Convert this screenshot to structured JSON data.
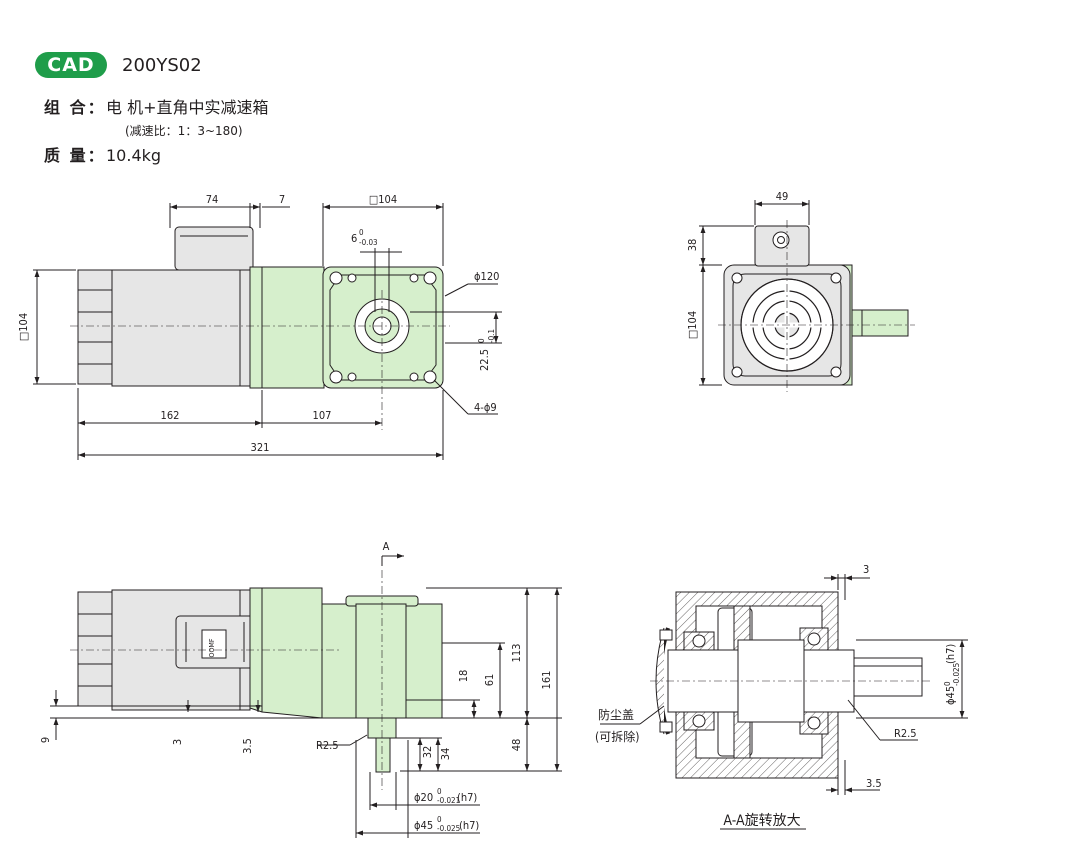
{
  "header": {
    "badge": "CAD",
    "model": "200YS02",
    "combination_label": "组 合：",
    "combination_value": "电 机+直角中实减速箱",
    "ratio_note": "(减速比：1：3~180)",
    "mass_label": "质 量：",
    "mass_value": "10.4kg"
  },
  "colors": {
    "gearbox_fill": "#d6efcc",
    "motor_fill": "#e6e6e6",
    "line": "#231f20",
    "badge": "#1f9d4a"
  },
  "front_view": {
    "dim_74": "74",
    "dim_7": "7",
    "dim_sq104_top": "□104",
    "dim_key": "6",
    "dim_key_tol_upper": "0",
    "dim_key_tol_lower": "-0.03",
    "dim_dia120": "ϕ120",
    "dim_sq104_left": "□104",
    "dim_22_5": "22.5",
    "dim_22_5_tol_upper": "0",
    "dim_22_5_tol_lower": "-0.1",
    "dim_holes": "4-ϕ9",
    "dim_162": "162",
    "dim_107": "107",
    "dim_321": "321"
  },
  "end_view": {
    "dim_49": "49",
    "dim_38": "38",
    "dim_sq104": "□104"
  },
  "side_view": {
    "section_marker": "A",
    "dim_113": "113",
    "dim_161": "161",
    "dim_61": "61",
    "dim_18": "18",
    "dim_48": "48",
    "dim_9": "9",
    "dim_3": "3",
    "dim_3_5": "3.5",
    "dim_r2_5": "R2.5",
    "dim_32": "32",
    "dim_34": "34",
    "dim_phi20": "ϕ20",
    "dim_phi20_tol_upper": "0",
    "dim_phi20_tol_lower": "-0.021",
    "dim_phi20_fit": "(h7)",
    "dim_phi45": "ϕ45",
    "dim_phi45_tol_upper": "0",
    "dim_phi45_tol_lower": "-0.025",
    "dim_phi45_fit": "(h7)",
    "nameplate_text": "OOMF"
  },
  "section_view": {
    "dim_3": "3",
    "dim_phi45": "ϕ45",
    "dim_phi45_tol_upper": "0",
    "dim_phi45_tol_lower": "-0.025",
    "dim_phi45_fit": "(h7)",
    "dim_r2_5": "R2.5",
    "dim_3_5": "3.5",
    "dust_cover_label": "防尘盖",
    "dust_cover_note": "(可拆除)",
    "caption": "A-A旋转放大"
  }
}
